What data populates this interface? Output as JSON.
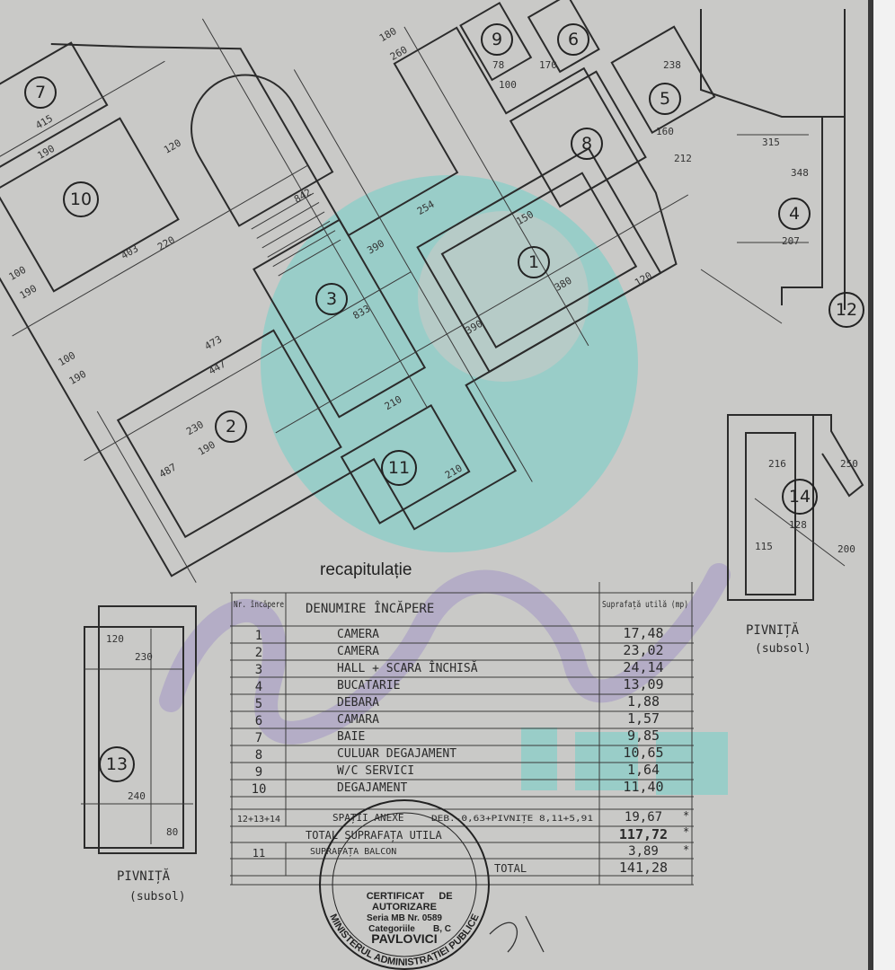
{
  "plan": {
    "rooms": [
      "1",
      "2",
      "3",
      "4",
      "5",
      "6",
      "7",
      "8",
      "9",
      "10",
      "11",
      "12",
      "13",
      "14"
    ],
    "dimensions": [
      "415",
      "190",
      "403",
      "100",
      "190",
      "100",
      "190",
      "447",
      "473",
      "230",
      "190",
      "487",
      "120",
      "842",
      "390",
      "833",
      "180",
      "260",
      "254",
      "210",
      "390",
      "380",
      "150",
      "120",
      "220",
      "210",
      "315",
      "348",
      "207",
      "160",
      "212",
      "238",
      "170",
      "78",
      "100",
      "120",
      "230",
      "240",
      "80",
      "200",
      "216",
      "115",
      "128",
      "250"
    ],
    "basement_label": "PIVNIȚĂ",
    "basement_sublabel": "(subsol)"
  },
  "recap": {
    "title": "recapitulație",
    "headers": {
      "nr": "Nr. încăpere",
      "name": "DENUMIRE ÎNCĂPERE",
      "area": "Suprafață utilă (mp)"
    },
    "rows": [
      {
        "nr": "1",
        "name": "CAMERA",
        "area": "17,48"
      },
      {
        "nr": "2",
        "name": "CAMERA",
        "area": "23,02"
      },
      {
        "nr": "3",
        "name": "HALL + SCARA ÎNCHISĂ",
        "area": "24,14"
      },
      {
        "nr": "4",
        "name": "BUCATARIE",
        "area": "13,09"
      },
      {
        "nr": "5",
        "name": "DEBARA",
        "area": "1,88"
      },
      {
        "nr": "6",
        "name": "CAMARA",
        "area": "1,57"
      },
      {
        "nr": "7",
        "name": "BAIE",
        "area": "9,85"
      },
      {
        "nr": "8",
        "name": "CULUAR DEGAJAMENT",
        "area": "10,65"
      },
      {
        "nr": "9",
        "name": "W/C SERVICI",
        "area": "1,64"
      },
      {
        "nr": "10",
        "name": "DEGAJAMENT",
        "area": "11,40"
      }
    ],
    "annex": {
      "nr": "12+13+14",
      "name": "SPAȚII ANEXE",
      "detail": "DEB.-0,63+PIVNIȚE 8,11+5,91",
      "area": "19,67",
      "mark": "*"
    },
    "total_useful": {
      "label": "TOTAL SUPRAFAȚA UTILA",
      "area": "117,72",
      "mark": "*"
    },
    "balcony": {
      "nr": "11",
      "label": "SUPRAFAȚA BALCON",
      "area": "3,89",
      "mark": "*"
    },
    "total": {
      "label": "TOTAL",
      "area": "141,28"
    }
  },
  "stamp": {
    "ring": "MINISTERUL ADMINISTRAȚIEI PUBLICE",
    "line1": "CERTIFICAT",
    "line2": "DE",
    "line3": "AUTORIZARE",
    "line4": "Seria MB Nr. 0589",
    "line5": "Categoriile",
    "line6": "B, C",
    "name": "PAVLOVICI"
  },
  "colors": {
    "paper": "#c9c9c7",
    "ink": "#2b2b2b",
    "watermark_teal": "#5fd3c9",
    "watermark_purple": "#a596c8"
  }
}
